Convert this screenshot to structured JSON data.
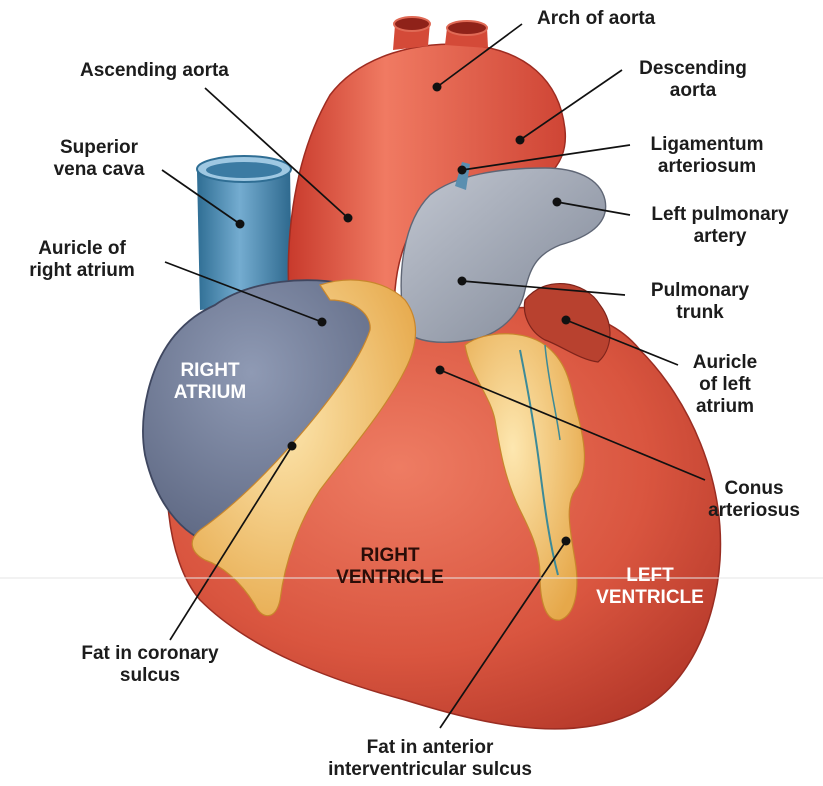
{
  "labels": {
    "arch_of_aorta": [
      "Arch of aorta"
    ],
    "ascending_aorta": [
      "Ascending aorta"
    ],
    "descending_aorta": [
      "Descending",
      "aorta"
    ],
    "superior_vena_cava": [
      "Superior",
      "vena cava"
    ],
    "ligamentum_arteriosum": [
      "Ligamentum",
      "arteriosum"
    ],
    "left_pulmonary_artery": [
      "Left pulmonary",
      "artery"
    ],
    "auricle_right_atrium": [
      "Auricle of",
      "right atrium"
    ],
    "pulmonary_trunk": [
      "Pulmonary",
      "trunk"
    ],
    "auricle_left_atrium": [
      "Auricle",
      "of left",
      "atrium"
    ],
    "conus_arteriosus": [
      "Conus",
      "arteriosus"
    ],
    "fat_coronary_sulcus": [
      "Fat in coronary",
      "sulcus"
    ],
    "fat_interventricular_sulcus": [
      "Fat in anterior",
      "interventricular sulcus"
    ]
  },
  "regions": {
    "right_atrium": [
      "RIGHT",
      "ATRIUM"
    ],
    "right_ventricle": [
      "RIGHT",
      "VENTRICLE"
    ],
    "left_ventricle": [
      "LEFT",
      "VENTRICLE"
    ]
  },
  "colors": {
    "myocardium": "#d95a45",
    "aorta": "#e0503f",
    "vena_cava": "#4f8fb5",
    "right_atrium": "#6e7a97",
    "pulmonary_trunk": "#9fa6b4",
    "fat": "#f1c16a",
    "left_auricle": "#b23a2e"
  }
}
